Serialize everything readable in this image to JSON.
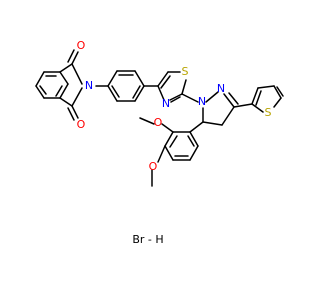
{
  "structure": {
    "atoms": {
      "O_top": "O",
      "O_bot": "O",
      "N_imide": "N",
      "S_thiazole": "S",
      "N_thiazole": "N",
      "N1_pyrazoline": "N",
      "N2_pyrazoline": "N",
      "S_thiophene": "S",
      "O_meta": "O",
      "O_para": "O"
    },
    "salt": "Br - H"
  },
  "colors": {
    "O": "#ff0000",
    "N": "#0000ff",
    "S": "#b8a400",
    "C": "#000000",
    "Br": "#8b1a1a"
  }
}
